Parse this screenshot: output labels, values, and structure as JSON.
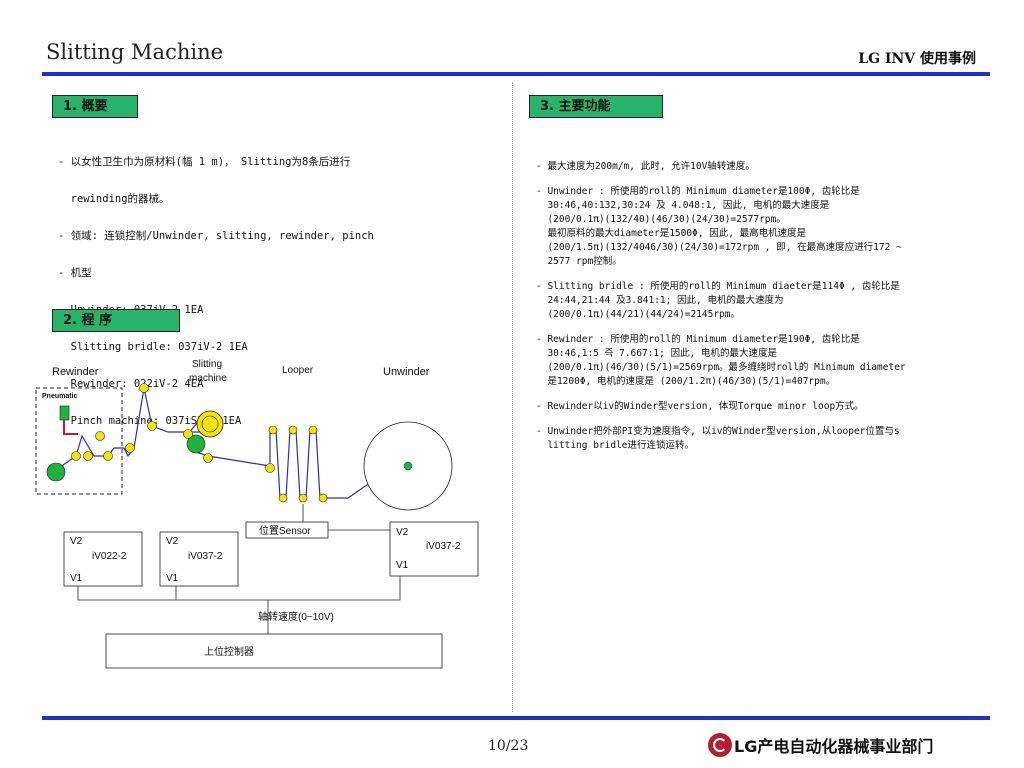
{
  "header": {
    "title": "Slitting Machine",
    "brand": "LG INV 使用事例"
  },
  "sections": {
    "overview": "1. 概要",
    "process": "2. 程 序",
    "functions": "3. 主要功能"
  },
  "overview_lines": [
    "- 以女性卫生巾为原材料(幅 1 m)， Slitting为8条后进行",
    "  rewinding的器械。",
    "- 领域: 连锁控制/Unwinder, slitting, rewinder, pinch",
    "- 机型",
    "  Unwinder: 037iV-2 1EA",
    "  Slitting bridle: 037iV-2 1EA",
    "  Rewinder: 022iV-2 4EA",
    "  Pinch machine: 037iS3-2 1EA"
  ],
  "function_paras": [
    "- 最大速度为200m/m, 此时, 允许10V轴转速度。",
    "- Unwinder : 所使用的roll的 Minimum diameter是100Φ, 齿轮比是\n  30:46,40:132,30:24 及 4.048:1, 因此, 电机的最大速度是\n  (200/0.1π)(132/40)(46/30)(24/30)=2577rpm。\n  最初原料的最大diameter是1500Φ, 因此, 最高电机速度是\n  (200/1.5π)(132/4046/30)(24/30)=172rpm , 即, 在最高速度应进行172 ~\n  2577 rpm控制。",
    "- Slitting bridle : 所使用的roll的 Minimum diaeter是114Φ , 齿轮比是\n  24:44,21:44 及3.841:1; 因此, 电机的最大速度为\n  (200/0.1π)(44/21)(44/24)=2145rpm。",
    "- Rewinder : 所使用的roll的 Minimum diameter是190Φ, 齿轮比是\n  30:46,1:5 즉 7.667:1; 因此, 电机的最大速度是\n  (200/0.1π)(46/30)(5/1)=2569rpm。最多缠绕时roll的 Minimum diameter\n  是1200Φ, 电机的速度是 (200/1.2π)(46/30)(5/1)=407rpm。",
    "- Rewinder以iv的Winder型version, 体现Torque minor loop方式。",
    "- Unwinder把外部PI变为速度指令, 以iv的Winder型version,从looper位置与s\n  litting bridle进行连锁运转。"
  ],
  "diagram": {
    "rewinder": "Rewinder",
    "slitting_1": "Slitting",
    "slitting_2": "machine",
    "looper": "Looper",
    "unwinder": "Unwinder",
    "pneumatic": "Pneumatic",
    "sensor": "位置Sensor",
    "drive1": {
      "v2": "V2",
      "model": "iV022-2",
      "v1": "V1"
    },
    "drive2": {
      "v2": "V2",
      "model": "iV037-2",
      "v1": "V1"
    },
    "drive3": {
      "v2": "V2",
      "model": "iV037-2",
      "v1": "V1"
    },
    "speed": "轴转速度(0~10V)",
    "controller": "上位控制器"
  },
  "footer": {
    "page": "10/23",
    "company": "LG产电自动化器械事业部门"
  },
  "colors": {
    "rule": "#1f2fd0",
    "section_bg": "#25b46a",
    "roll_green": "#1db33e",
    "roll_yellow": "#f2e600",
    "belt": "#2a2ad0",
    "logo": "#b01e2f"
  }
}
